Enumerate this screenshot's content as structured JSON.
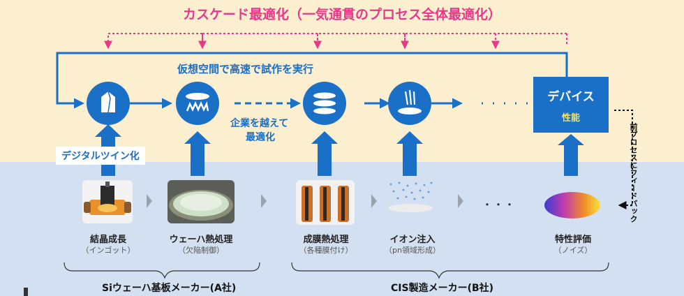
{
  "title": "カスケード最適化（一気通貫のプロセス全体最適化）",
  "virtual_label": "仮想空間で高速で試作を実行",
  "cross_company_label_1": "企業を越えて",
  "cross_company_label_2": "最適化",
  "digital_twin_label": "デジタルツイン化",
  "device_box": {
    "line1": "デバイス",
    "line2": "性能"
  },
  "feedback_label": "前プロセスにフィードバック",
  "steps": [
    {
      "name": "結晶成長",
      "sub": "（インゴット）"
    },
    {
      "name": "ウェーハ熱処理",
      "sub": "（欠陥制御）"
    },
    {
      "name": "成膜熱処理",
      "sub": "（各種膜付け）"
    },
    {
      "name": "イオン注入",
      "sub": "（pn領域形成）"
    },
    {
      "name": "特性評価",
      "sub": "（ノイズ）"
    }
  ],
  "ellipsis": "・・・",
  "makers": [
    {
      "name": "Siウェーハ基板メーカー(A社)"
    },
    {
      "name": "CIS製造メーカー(B社)"
    }
  ],
  "colors": {
    "accent_pink": "#e8388a",
    "process_blue": "#1a6fc6",
    "top_band": "#fbefcf",
    "bottom_band": "#d3e0f1",
    "performance_yellow": "#ffe24a"
  }
}
